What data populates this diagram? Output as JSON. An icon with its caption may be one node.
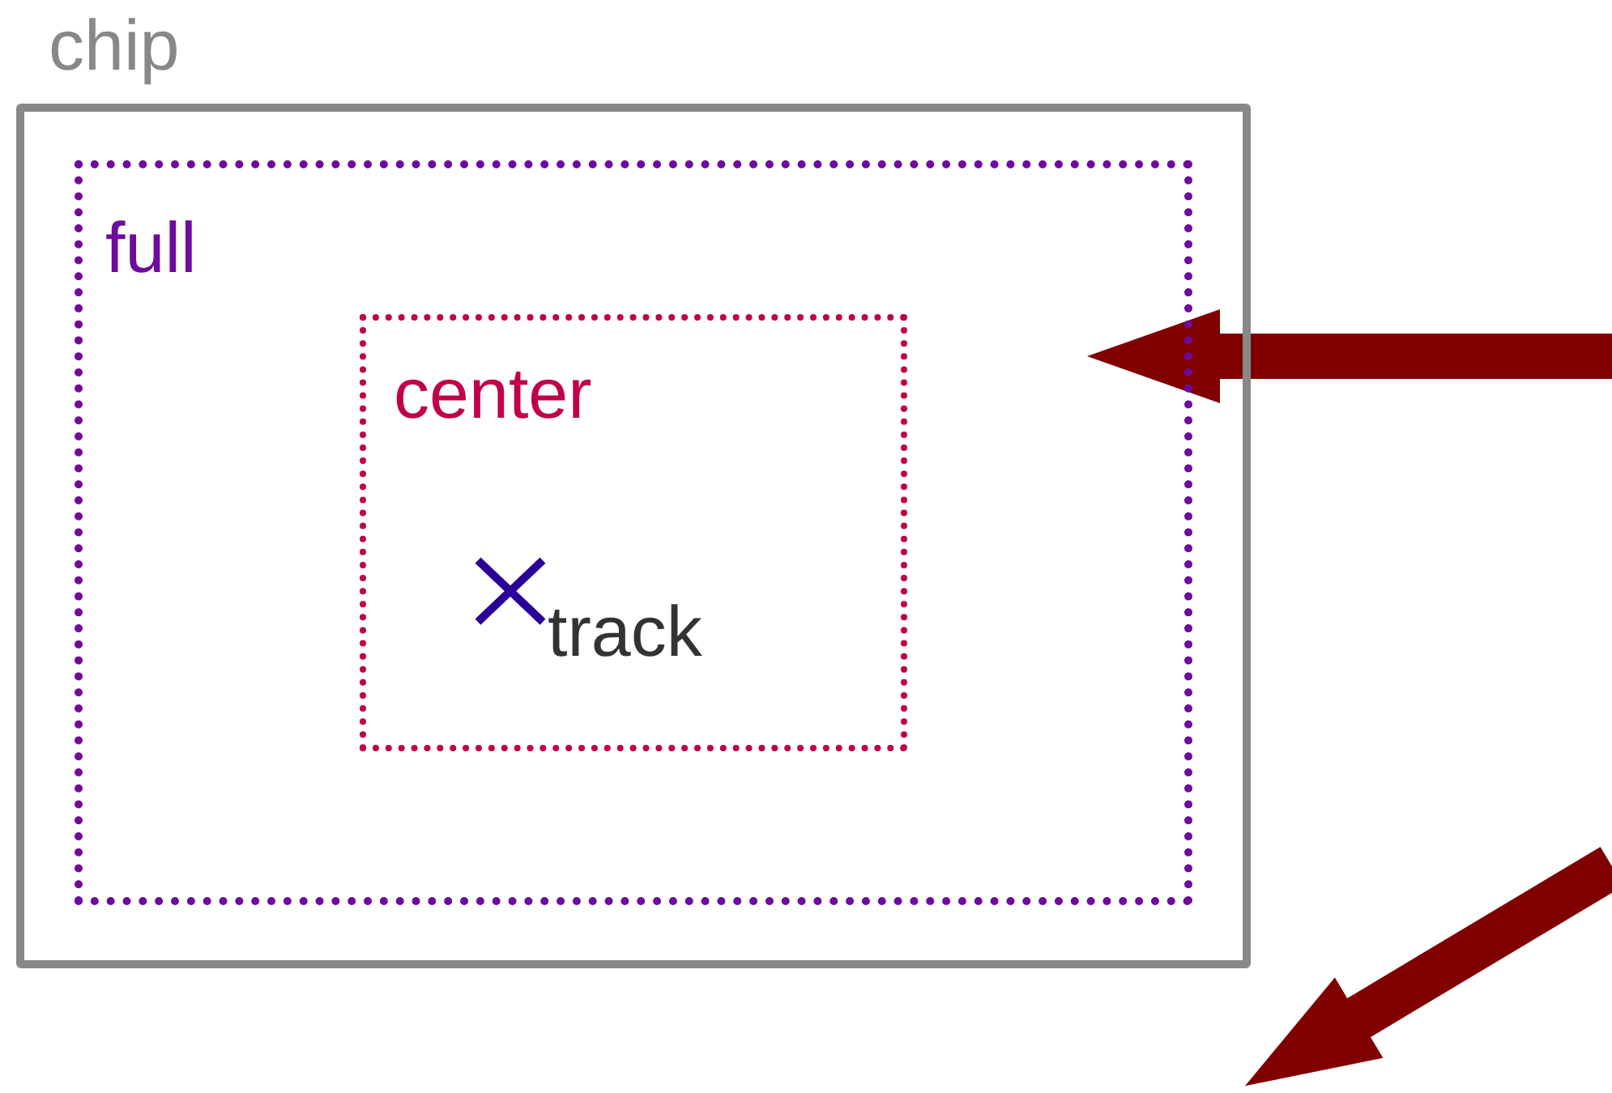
{
  "diagram": {
    "nodes": [
      {
        "text": [
          "chip"
        ]
      },
      {
        "text": [
          "full"
        ],
        "in": 0
      },
      {
        "text": [
          "center"
        ],
        "in": 1
      },
      {
        "text": [
          "track"
        ],
        "in": 2
      }
    ],
    "edges": [
      {
        "from": null,
        "to": 1,
        "arrow": "to"
      }
    ]
  }
}
